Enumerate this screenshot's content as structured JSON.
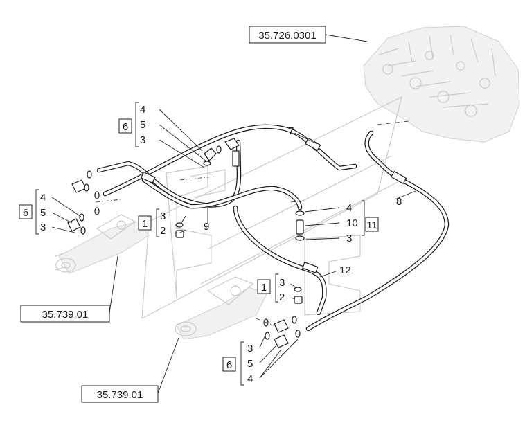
{
  "references": {
    "top_right": "35.726.0301",
    "left_cylinder": "35.739.01",
    "bottom_cylinder": "35.739.01"
  },
  "groups": {
    "g1": {
      "box": "6",
      "items": [
        "4",
        "5",
        "3"
      ]
    },
    "g2": {
      "box": "6",
      "items": [
        "4",
        "5",
        "3"
      ]
    },
    "g3": {
      "box": "1",
      "items": [
        "3",
        "2"
      ]
    },
    "g4": {
      "items": [
        "4",
        "10",
        "3"
      ],
      "box": "11"
    },
    "g5": {
      "box": "1",
      "items": [
        "3",
        "2"
      ]
    },
    "g6": {
      "box": "6",
      "items": [
        "3",
        "5",
        "4"
      ]
    }
  },
  "callouts": {
    "hose_7": "7",
    "hose_8": "8",
    "hose_9": "9",
    "hose_12": "12"
  }
}
